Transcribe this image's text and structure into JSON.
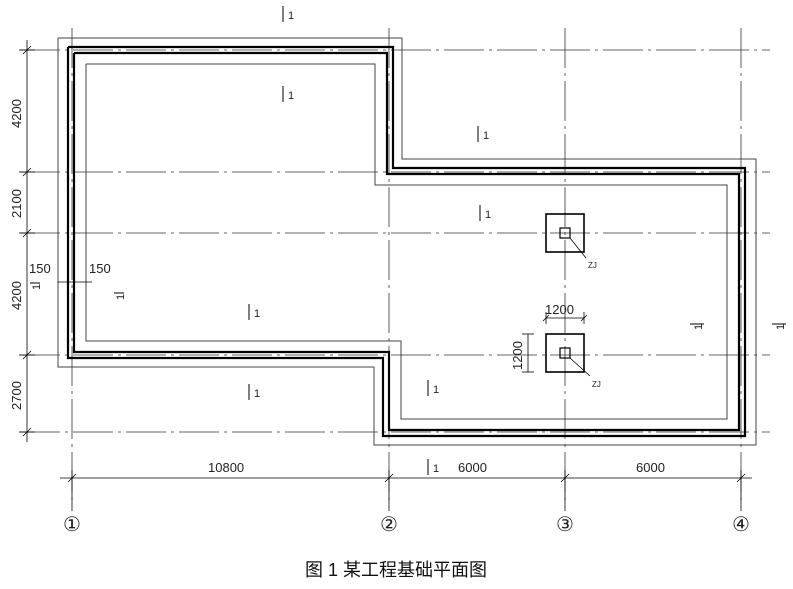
{
  "caption": "图 1  某工程基础平面图",
  "grid_axes": [
    "①",
    "②",
    "③",
    "④"
  ],
  "dims_horizontal": [
    "10800",
    "6000",
    "6000"
  ],
  "dims_vertical": [
    "4200",
    "2100",
    "4200",
    "2700"
  ],
  "wall_offsets": [
    "150",
    "150"
  ],
  "isolated_footing": {
    "width": "1200",
    "depth": "1200",
    "tag": "ZJ"
  },
  "section_mark": "1"
}
